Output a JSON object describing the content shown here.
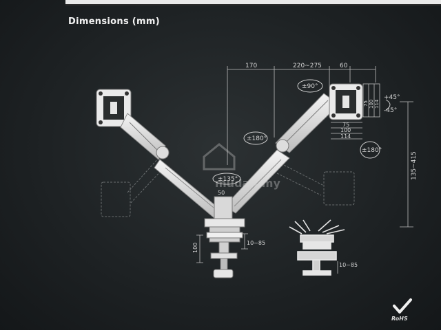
{
  "title": "Dimensions (mm)",
  "dims": {
    "top_left": "170",
    "top_mid": "220~275",
    "top_right": "60",
    "tilt": "±90°",
    "rotate_arm": "±180°",
    "rotate_plate": "±180°",
    "tilt_up": "+45°",
    "tilt_down": "-45°",
    "vesa_h1": "75",
    "vesa_h2": "100",
    "vesa_h3": "114",
    "vesa_v1": "75",
    "vesa_v2": "100",
    "vesa_v3": "114",
    "height_range": "135~415",
    "base_swivel": "±135°",
    "pole_width": "50",
    "clamp_height": "100",
    "clamp_range": "10~85",
    "clamp_range2": "10~85"
  },
  "badge": "RoHS",
  "watermark": "mudah.my"
}
